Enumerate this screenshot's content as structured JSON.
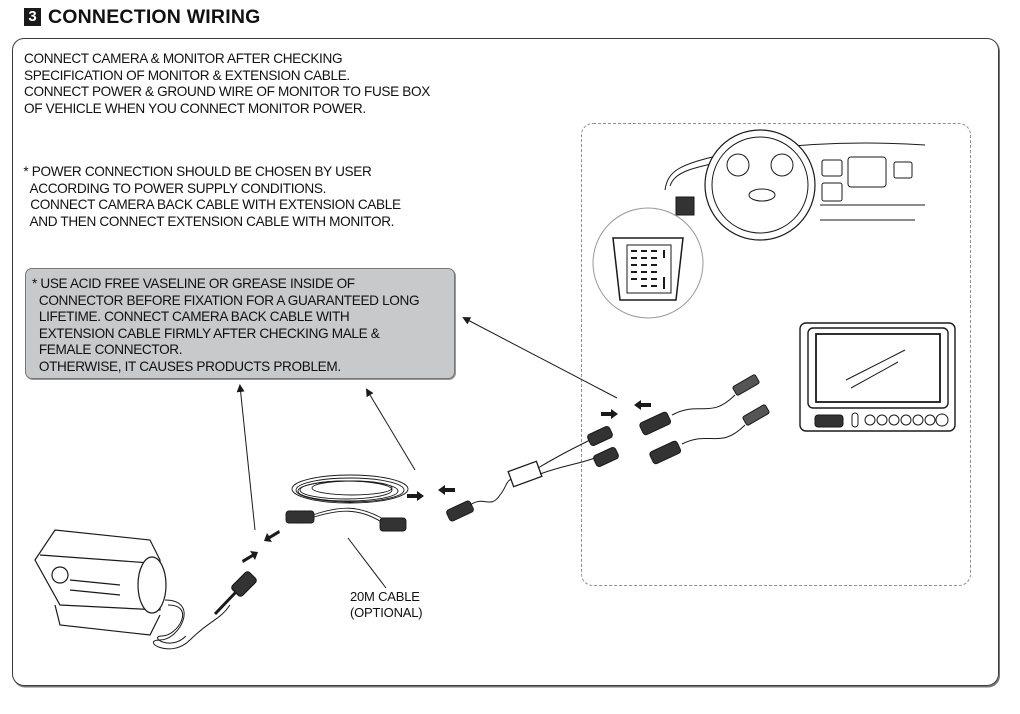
{
  "section": {
    "step_number": "3",
    "title": "CONNECTION WIRING"
  },
  "instructions": {
    "main": "CONNECT CAMERA & MONITOR AFTER CHECKING\nSPECIFICATION OF MONITOR & EXTENSION CABLE.\nCONNECT POWER & GROUND WIRE OF MONITOR TO FUSE BOX\nOF VEHICLE WHEN YOU CONNECT MONITOR POWER.",
    "power_note": " * POWER CONNECTION SHOULD BE CHOSEN BY USER\n   ACCORDING TO POWER SUPPLY CONDITIONS.\n   CONNECT CAMERA BACK CABLE WITH EXTENSION CABLE\n   AND THEN CONNECT EXTENSION CABLE WITH MONITOR."
  },
  "caution_box": {
    "text": "* USE ACID FREE VASELINE OR GREASE INSIDE OF\n  CONNECTOR BEFORE FIXATION FOR A GUARANTEED LONG\n  LIFETIME. CONNECT CAMERA BACK CABLE WITH\n  EXTENSION CABLE FIRMLY AFTER CHECKING MALE &\n  FEMALE CONNECTOR.\n  OTHERWISE, IT CAUSES PRODUCTS PROBLEM."
  },
  "diagram": {
    "components": [
      {
        "id": "camera",
        "label": "rear camera with cable"
      },
      {
        "id": "extension-cable",
        "label": "20M CABLE\n(OPTIONAL)"
      },
      {
        "id": "splitter-cable",
        "label": "Y splitter cable"
      },
      {
        "id": "monitor-cables",
        "label": "monitor input cables"
      },
      {
        "id": "monitor",
        "label": "monitor"
      },
      {
        "id": "dashboard",
        "label": "vehicle dashboard with fuse box"
      }
    ],
    "colors": {
      "note_fill": "#c8c9cb",
      "dash_border": "#8f8f8f",
      "ink": "#1a1a1a"
    }
  }
}
